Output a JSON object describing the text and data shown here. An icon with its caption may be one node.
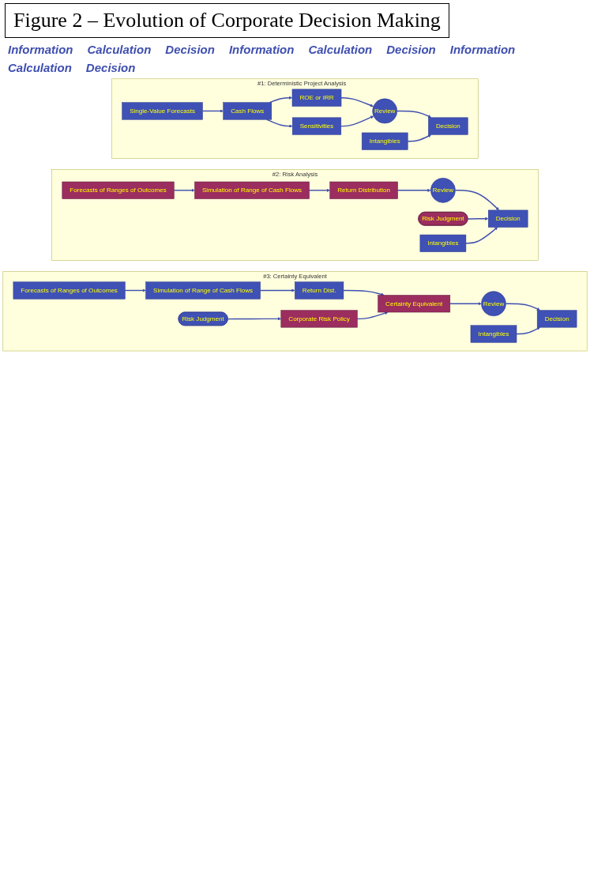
{
  "diagram": {
    "title": "Figure 2 – Evolution of Corporate Decision Making",
    "nodes": [
      {
        "text": [
          "#1: Deterministic Project Analysis"
        ]
      },
      {
        "text": [
          "Single-Value Forecasts"
        ],
        "in": 0
      },
      {
        "text": [
          "Intangibles"
        ],
        "in": 0
      },
      {
        "text": [
          "Cash Flows"
        ],
        "in": 0
      },
      {
        "text": [
          "ROE or IRR"
        ],
        "in": 0
      },
      {
        "text": [
          "Sensitivities"
        ],
        "in": 0
      },
      {
        "text": [
          "Review"
        ],
        "in": 0
      },
      {
        "text": [
          "Decision"
        ],
        "in": 0
      },
      {
        "text": [
          "#2: Risk Analysis"
        ]
      },
      {
        "text": [
          "Forecasts of Ranges of Outcomes"
        ],
        "in": 8
      },
      {
        "text": [
          "Intangibles"
        ],
        "in": 8
      },
      {
        "text": [
          "Simulation of Range of Cash Flows"
        ],
        "in": 8
      },
      {
        "text": [
          "Return Distribution"
        ],
        "in": 8
      },
      {
        "text": [
          "Review"
        ],
        "in": 8
      },
      {
        "text": [
          "Risk Judgment"
        ],
        "in": 8
      },
      {
        "text": [
          "Decision"
        ],
        "in": 8
      },
      {
        "text": [
          "#3: Certainty Equivalent"
        ]
      },
      {
        "text": [
          "Forecasts of Ranges of Outcomes"
        ],
        "in": 16
      },
      {
        "text": [
          "Intangibles"
        ],
        "in": 16
      },
      {
        "text": [
          "Simulation of Range of Cash Flows"
        ],
        "in": 16
      },
      {
        "text": [
          "Return Dist."
        ],
        "in": 16
      },
      {
        "text": [
          "Certainty Equivalent"
        ],
        "in": 16
      },
      {
        "text": [
          "Review"
        ],
        "in": 16
      },
      {
        "text": [
          "Decision"
        ],
        "in": 16
      },
      {
        "text": [
          "Risk Judgment"
        ],
        "in": 16
      },
      {
        "text": [
          "Corporate Risk Policy"
        ],
        "in": 16
      }
    ],
    "edges": [
      {
        "from": 1,
        "to": 3,
        "arrow": "to"
      },
      {
        "from": 3,
        "to": 4,
        "arrow": "to"
      },
      {
        "from": 3,
        "to": 5,
        "arrow": "to"
      },
      {
        "from": 4,
        "to": 6,
        "arrow": "to"
      },
      {
        "from": 5,
        "to": 6,
        "arrow": "to"
      },
      {
        "from": 6,
        "to": 7,
        "arrow": "to"
      },
      {
        "from": 2,
        "to": 7,
        "arrow": "to"
      },
      {
        "from": 9,
        "to": 11,
        "arrow": "to"
      },
      {
        "from": 11,
        "to": 12,
        "arrow": "to"
      },
      {
        "from": 12,
        "to": 13,
        "arrow": "to"
      },
      {
        "from": 13,
        "to": 15,
        "arrow": "to"
      },
      {
        "from": 14,
        "to": 15,
        "arrow": "to"
      },
      {
        "from": 10,
        "to": 15,
        "arrow": "to"
      },
      {
        "from": 17,
        "to": 19,
        "arrow": "to"
      },
      {
        "from": 19,
        "to": 20,
        "arrow": "to"
      },
      {
        "from": 20,
        "to": 21,
        "arrow": "to"
      },
      {
        "from": 21,
        "to": 22,
        "arrow": "to"
      },
      {
        "from": 22,
        "to": 23,
        "arrow": "to"
      },
      {
        "from": 24,
        "to": 25,
        "arrow": "to"
      },
      {
        "from": 25,
        "to": 21,
        "arrow": "to"
      },
      {
        "from": 18,
        "to": 23,
        "arrow": "to"
      }
    ],
    "labels": [
      "Information",
      "Calculation",
      "Decision",
      "Information",
      "Calculation",
      "Decision",
      "Information",
      "Calculation",
      "Decision"
    ]
  }
}
